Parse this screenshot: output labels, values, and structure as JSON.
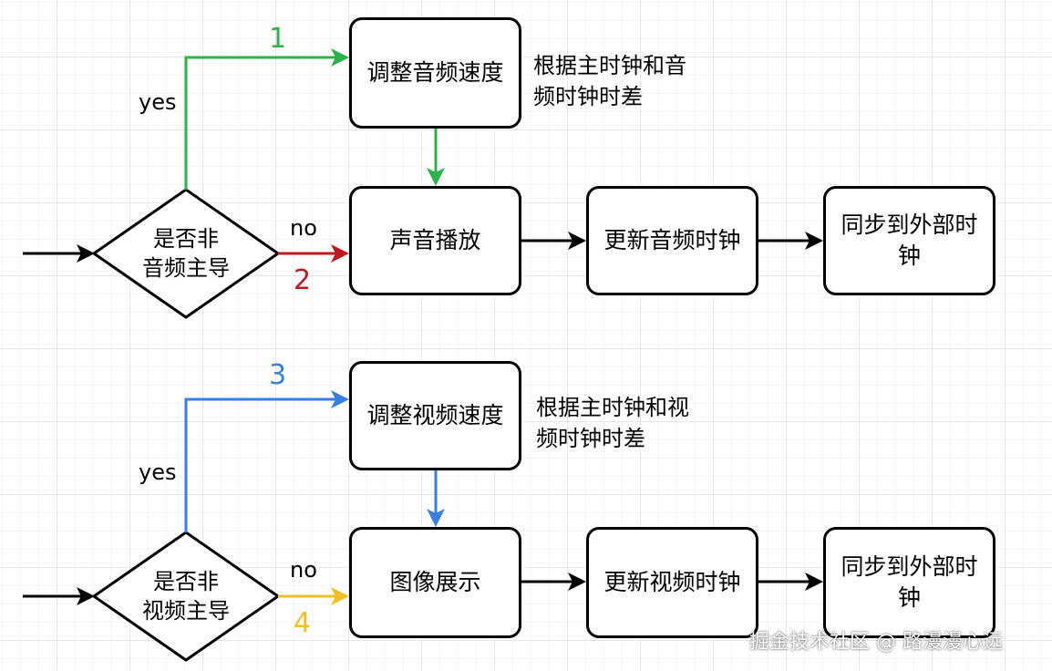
{
  "colors": {
    "green": "#2db14a",
    "red": "#c0191f",
    "blue": "#3a7fe0",
    "yellow": "#f2bf2a",
    "black": "#000000"
  },
  "top": {
    "decision": [
      "是否非",
      "音频主导"
    ],
    "adjust": "调整音频速度",
    "note": "根据主时钟和音\n频时钟时差",
    "play": "声音播放",
    "update": "更新音频时钟",
    "sync": "同步到外部时\n钟",
    "yes_label": "yes",
    "no_label": "no",
    "num_yes": "1",
    "num_no": "2"
  },
  "bottom": {
    "decision": [
      "是否非",
      "视频主导"
    ],
    "adjust": "调整视频速度",
    "note": "根据主时钟和视\n频时钟时差",
    "play": "图像展示",
    "update": "更新视频时钟",
    "sync": "同步到外部时\n钟",
    "yes_label": "yes",
    "no_label": "no",
    "num_yes": "3",
    "num_no": "4"
  },
  "watermark": "掘金技术社区 @ 路漫漫心远"
}
